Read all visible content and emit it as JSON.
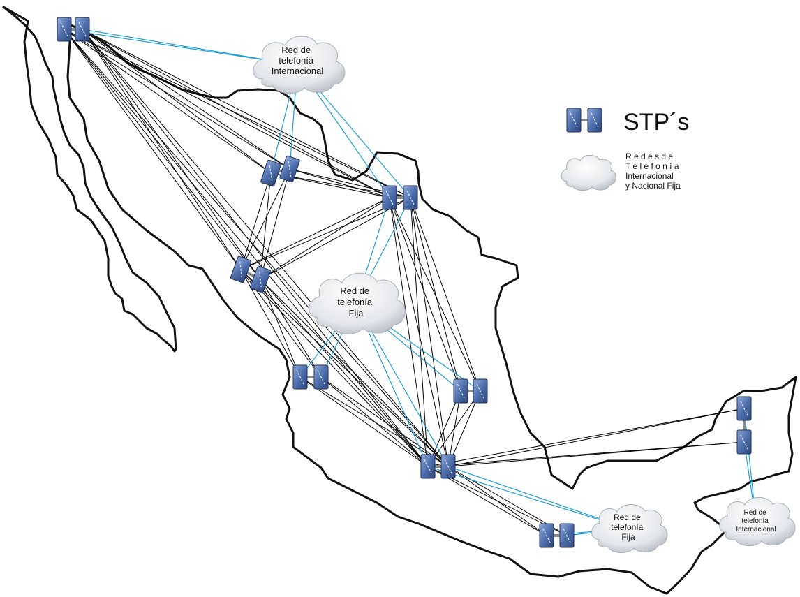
{
  "legend": {
    "stp_label": "STP´s",
    "redes_lines": [
      "R e d e s   d e",
      "T e l e f o n í a",
      "Internacional",
      "y Nacional Fija"
    ]
  },
  "clouds": [
    {
      "id": "cloud-intl-north",
      "lines": [
        "Red de",
        "telefonía",
        "Internacional"
      ]
    },
    {
      "id": "cloud-fija-center",
      "lines": [
        "Red de",
        "telefonía",
        "Fija"
      ]
    },
    {
      "id": "cloud-fija-south",
      "lines": [
        "Red de",
        "telefonía",
        "Fija"
      ]
    },
    {
      "id": "cloud-intl-southeast",
      "lines": [
        "Red de",
        "telefonía",
        "Internacional"
      ]
    }
  ],
  "colors": {
    "stp_fill": "#4a6aa8",
    "stp_fill_light": "#7b97cf",
    "map_outline": "#111111",
    "signal_link": "#000000",
    "cloud_link": "#1f9fd6",
    "cloud_fill": "#e3e6ea"
  }
}
